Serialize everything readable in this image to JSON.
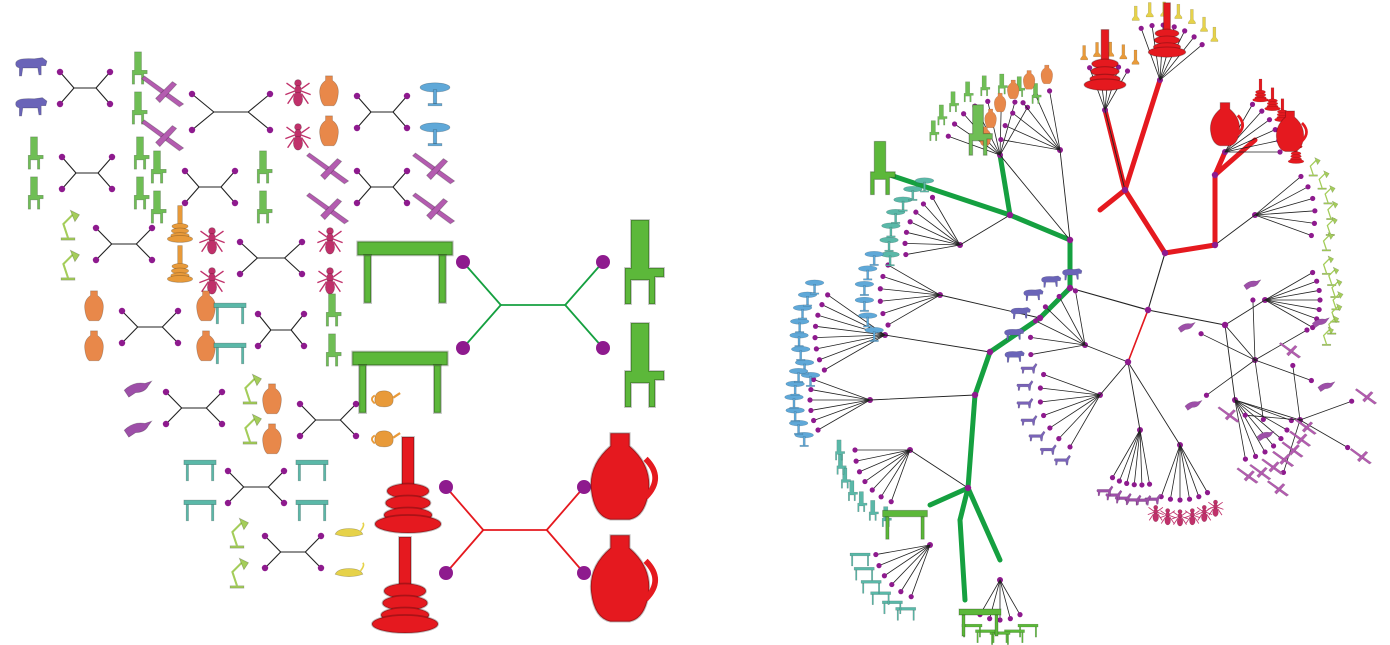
{
  "colors": {
    "background": "#ffffff",
    "node": "#8e1a8e",
    "edge": "#222222",
    "highlight_green": "#15a040",
    "highlight_red": "#e5191f",
    "cow": "#6a64b8",
    "chair": "#6fbe55",
    "plane": "#b45cb0",
    "ant": "#c0306a",
    "vase": "#e8884a",
    "table_teal": "#5ab8a8",
    "lamp": "#a4cd5a",
    "bird": "#9d4fa8",
    "candle": "#e03a3a",
    "teapot": "#e89a3a",
    "oil_lamp": "#e6d24a",
    "table_green": "#5cb83a",
    "blue_table": "#5fa8d8",
    "animal": "#7a64b8",
    "red_vase": "#d8403a"
  },
  "pairs": [
    {
      "shape": "cow",
      "icon": "cow-icon",
      "color": "#6a64b8"
    },
    {
      "shape": "chair",
      "icon": "chair-icon",
      "color": "#6fbe55"
    },
    {
      "shape": "plane",
      "icon": "plane-icon",
      "color": "#b45cb0"
    },
    {
      "shape": "ant",
      "icon": "ant-icon",
      "color": "#c0306a"
    },
    {
      "shape": "vase",
      "icon": "vase-icon",
      "color": "#e8884a"
    },
    {
      "shape": "table",
      "icon": "table-icon",
      "color": "#5ab8a8"
    },
    {
      "shape": "lamp",
      "icon": "lamp-icon",
      "color": "#a4cd5a"
    },
    {
      "shape": "bird",
      "icon": "bird-icon",
      "color": "#9d4fa8"
    },
    {
      "shape": "candle",
      "icon": "candle-icon",
      "color": "#e03a3a"
    },
    {
      "shape": "teapot",
      "icon": "teapot-icon",
      "color": "#e89a3a"
    },
    {
      "shape": "oil-lamp",
      "icon": "oil-lamp-icon",
      "color": "#e6d24a"
    }
  ]
}
